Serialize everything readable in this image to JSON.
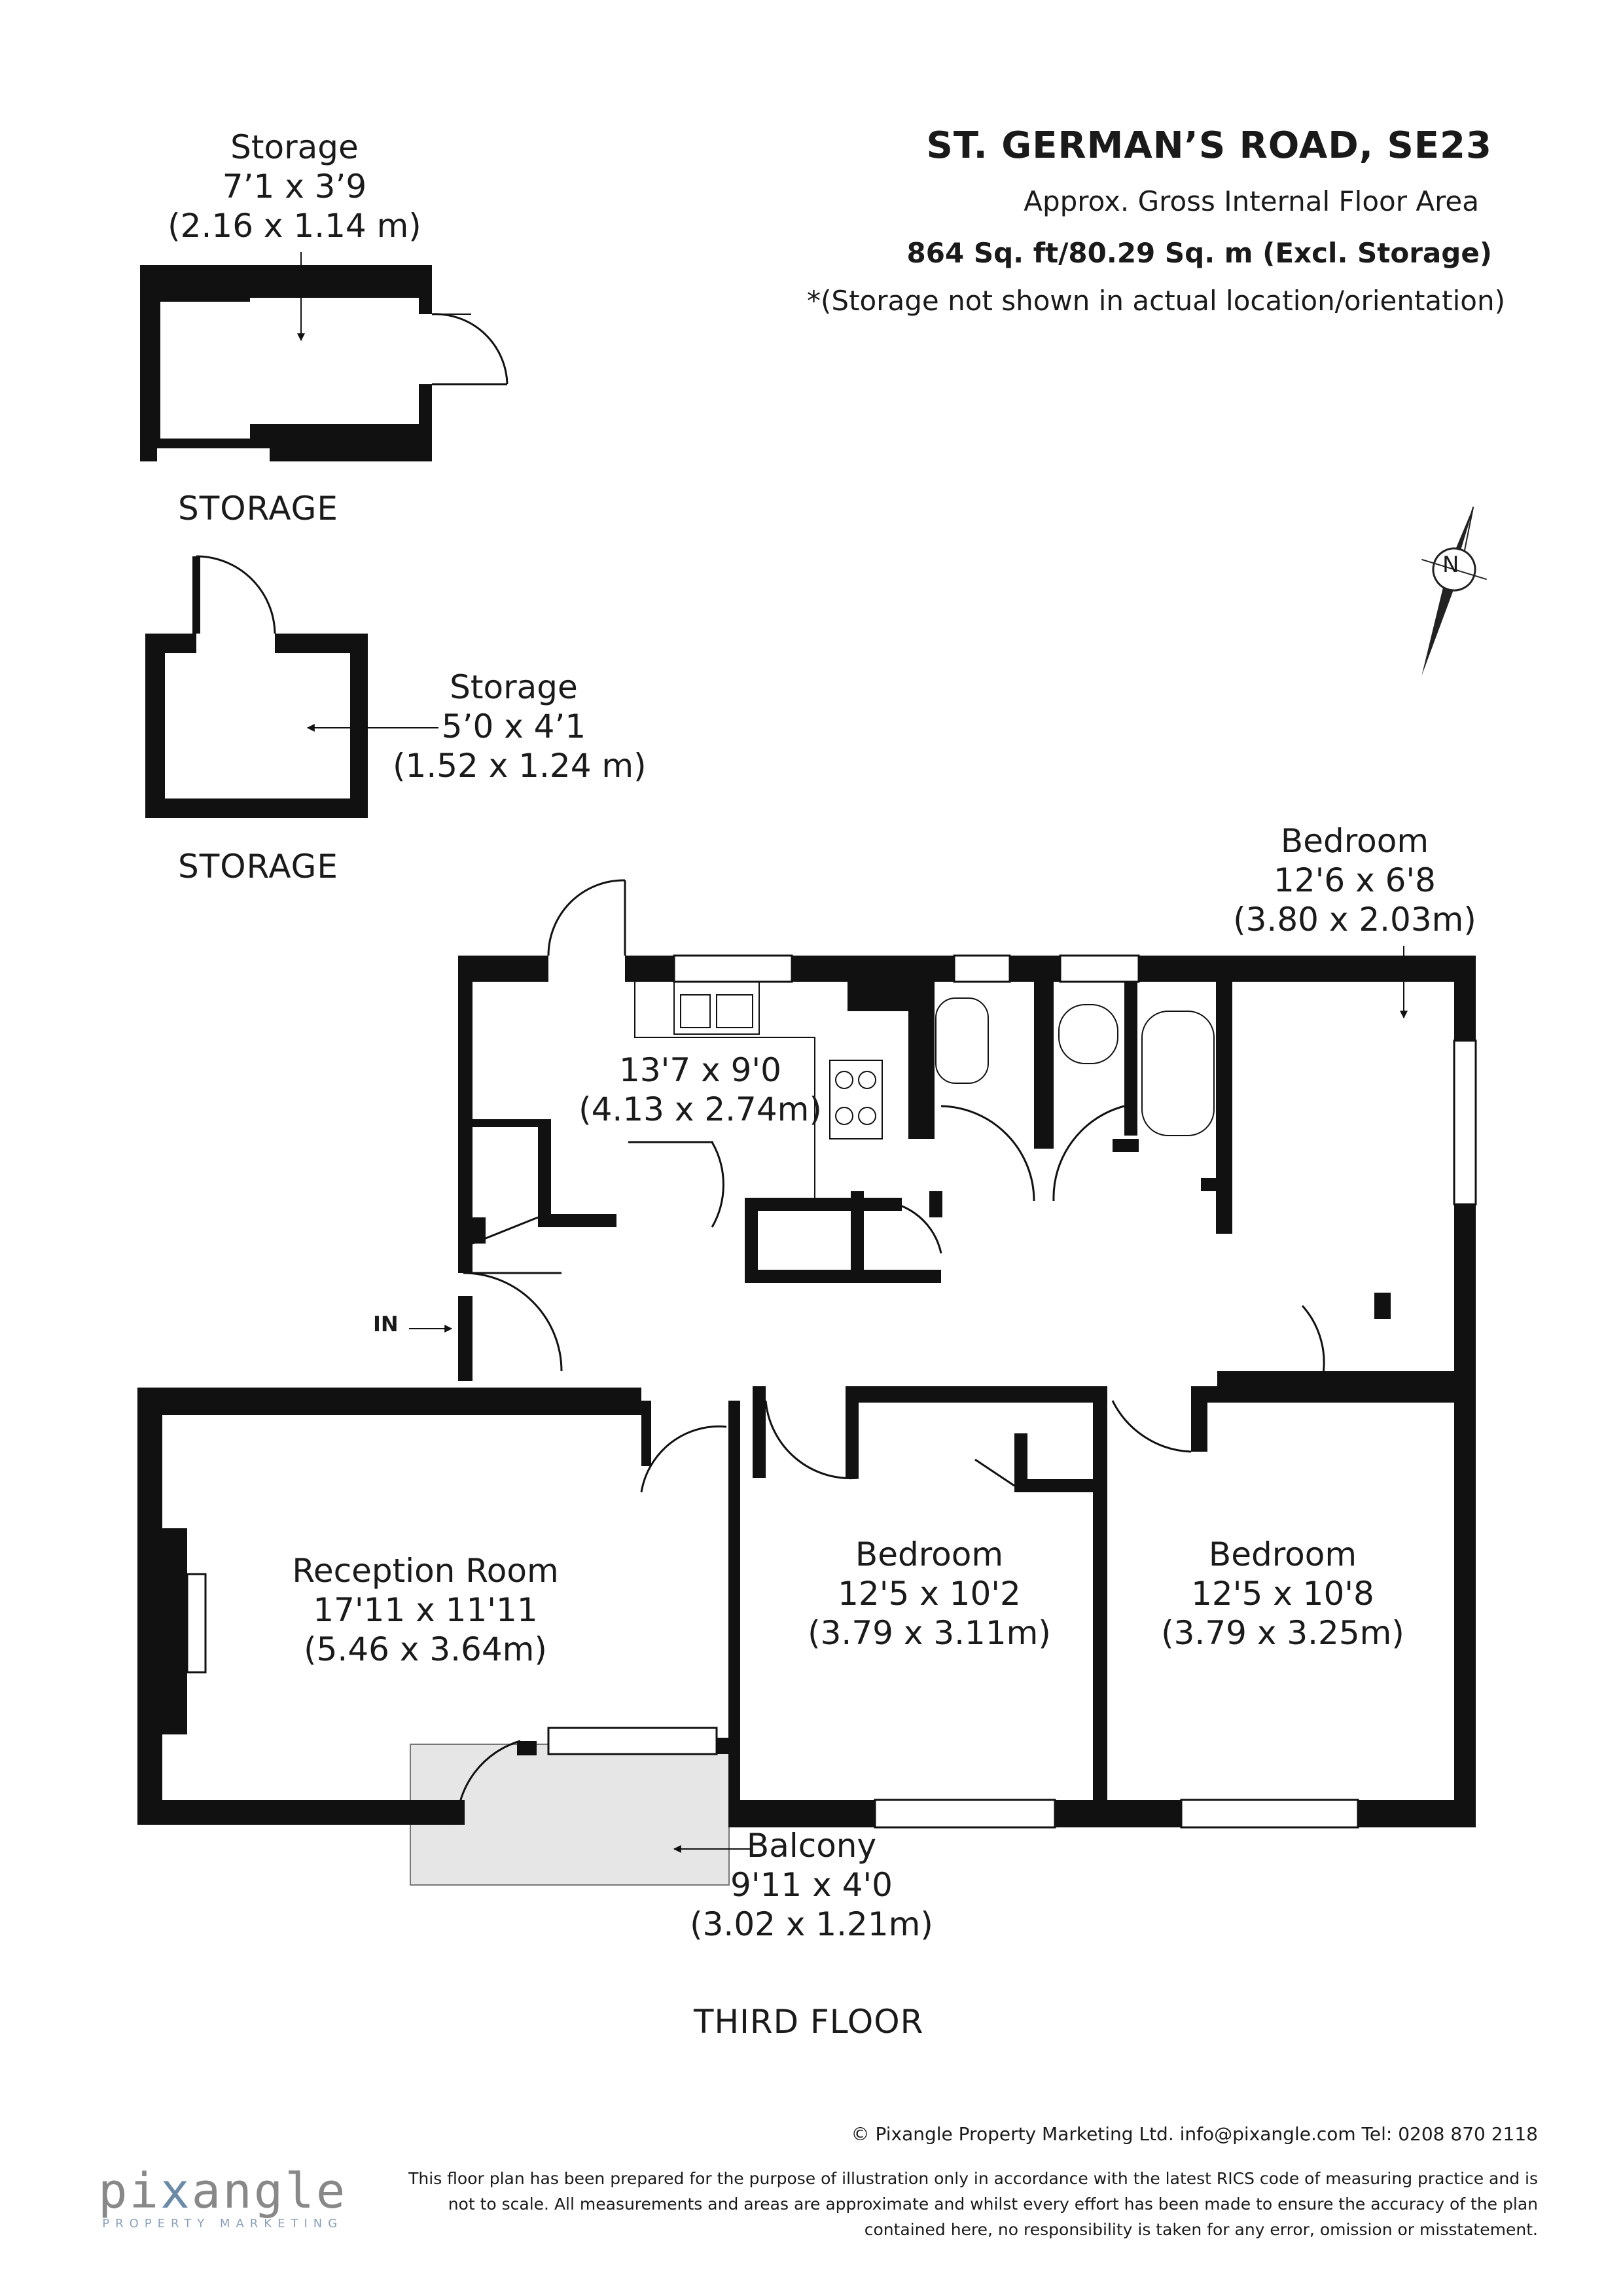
{
  "header": {
    "title": "ST. GERMAN’S ROAD, SE23",
    "subtitle": "Approx. Gross Internal Floor Area",
    "area": "864 Sq. ft/80.29 Sq. m (Excl. Storage)",
    "note": "*(Storage not shown in actual location/orientation)"
  },
  "storage_1": {
    "name": "Storage",
    "dim_imperial": "7’1 x 3’9",
    "dim_metric": "(2.16 x 1.14 m)",
    "caption": "STORAGE"
  },
  "storage_2": {
    "name": "Storage",
    "dim_imperial": "5’0 x 4’1",
    "dim_metric": "(1.52 x 1.24 m)",
    "caption": "STORAGE"
  },
  "rooms": {
    "kitchen": {
      "dim_imperial": "13'7 x 9'0",
      "dim_metric": "(4.13 x 2.74m)"
    },
    "bedroom_top": {
      "name": "Bedroom",
      "dim_imperial": "12'6 x 6'8",
      "dim_metric": "(3.80 x 2.03m)"
    },
    "reception": {
      "name": "Reception Room",
      "dim_imperial": "17'11 x 11'11",
      "dim_metric": "(5.46 x 3.64m)"
    },
    "bedroom_mid": {
      "name": "Bedroom",
      "dim_imperial": "12'5 x 10'2",
      "dim_metric": "(3.79 x 3.11m)"
    },
    "bedroom_right": {
      "name": "Bedroom",
      "dim_imperial": "12'5 x 10'8",
      "dim_metric": "(3.79 x 3.25m)"
    },
    "balcony": {
      "name": "Balcony",
      "dim_imperial": "9'11 x 4'0",
      "dim_metric": "(3.02 x 1.21m)"
    }
  },
  "entrance_label": "IN",
  "compass_label": "N",
  "floor_label": "THIRD FLOOR",
  "footer": {
    "copyright": "© Pixangle Property Marketing Ltd. info@pixangle.com Tel: 0208 870 2118",
    "disclaimer_1": "This floor plan has been prepared for the purpose of illustration only in accordance with the latest RICS code of measuring practice and is",
    "disclaimer_2": "not to scale. All measurements and areas are approximate and whilst every effort has been made to ensure the accuracy of the plan",
    "disclaimer_3": "contained here, no responsibility is taken for any error, omission or misstatement."
  },
  "logo": {
    "word_a": "pi",
    "word_x": "x",
    "word_b": "angle",
    "tagline": "PROPERTY MARKETING"
  },
  "colors": {
    "wall": "#111111",
    "balcony_fill": "#e6e6e6",
    "logo_grey": "#888888",
    "logo_blue": "#6a8aa8"
  }
}
